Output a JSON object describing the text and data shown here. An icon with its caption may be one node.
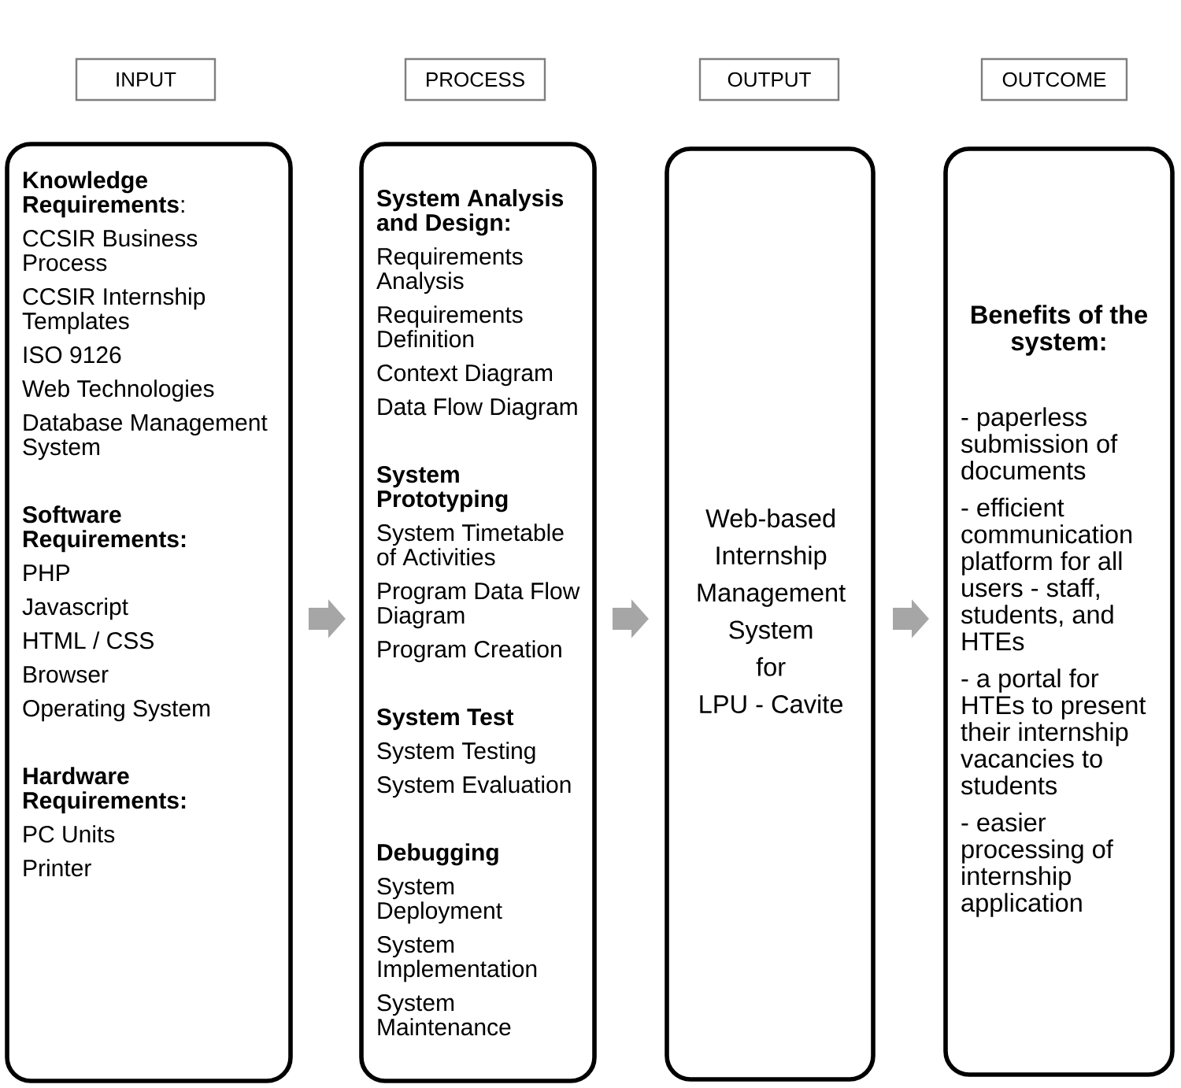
{
  "diagram": {
    "nodes": [
      {
        "text": [
          "INPUT"
        ]
      },
      {
        "text": [
          "PROCESS"
        ]
      },
      {
        "text": [
          "OUTPUT"
        ]
      },
      {
        "text": [
          "OUTCOME"
        ]
      },
      {
        "text": [
          "**Knowledge Requirements**:",
          "CCSIR Business Process",
          "CCSIR Internship Templates",
          "ISO 9126",
          "Web Technologies",
          "Database Management System",
          "Software Requirements:",
          "PHP",
          "Javascript",
          "HTML / CSS",
          "Browser",
          "Operating System",
          "Hardware Requirements:",
          "PC Units",
          "Printer"
        ]
      },
      {
        "text": [
          "System Analysis and Design:",
          "Requirements Analysis",
          "Requirements Definition",
          "Context Diagram",
          "Data Flow Diagram",
          "System Prototyping",
          "System Timetable of Activities",
          "Program Data Flow Diagram",
          "Program Creation",
          "System Test",
          "System Testing",
          "System Evaluation",
          "Debugging",
          "System Deployment",
          "System Implementation",
          "System Maintenance"
        ]
      },
      {
        "text": [
          "Web-based Internship Management System for LPU - Cavite"
        ]
      },
      {
        "text": [
          "Benefits of the system:",
          "- paperless submission of documents",
          "- efficient communication platform for all users - staff, students, and HTEs",
          "- a portal for HTEs to present their internship vacancies to students",
          "- easier processing of internship application"
        ]
      }
    ],
    "edges": [
      {
        "from": 4,
        "to": 5,
        "arrow": "to"
      },
      {
        "from": 5,
        "to": 6,
        "arrow": "to"
      },
      {
        "from": 6,
        "to": 7,
        "arrow": "to"
      }
    ]
  }
}
